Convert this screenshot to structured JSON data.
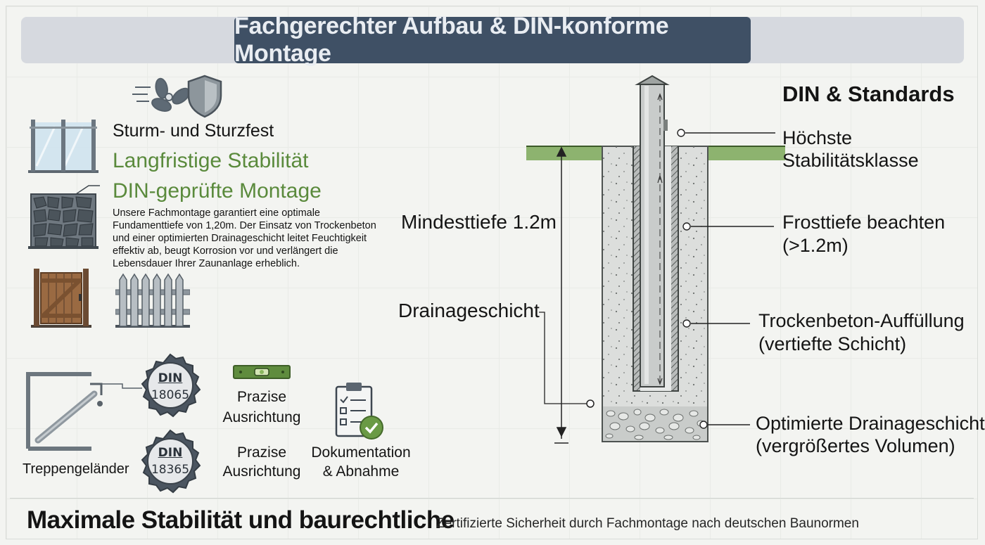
{
  "title": "Fachgerechter Aufbau & DIN-konforme Montage",
  "left": {
    "heading_storm": "Sturm- und Sturzfest",
    "heading_stability": "Langfristige Stabilität",
    "heading_din": "DIN-geprüfte Montage",
    "description": "Unsere Fachmontage garantiert eine optimale Fundamenttiefe von 1,20m. Der Einsatz von Trockenbeton und einer optimierten Drainageschicht leitet Feuchtigkeit effektiv ab, beugt Korrosion vor und verlängert die Lebensdauer Ihrer Zaunanlage erheblich.",
    "stair_label": "Treppengeländer",
    "badge1": {
      "top": "DIN",
      "bottom": "18065"
    },
    "badge2": {
      "top": "DIN",
      "bottom": "18365"
    },
    "level_label_1": "Prazise\nAusrichtung",
    "level_label_2": "Prazise\nAusrichtung",
    "doc_label": "Dokumentation\n& Abnahme"
  },
  "diagram": {
    "depth_label": "Mindesttiefe 1.2m",
    "drain_label": "Drainageschicht",
    "standards_title": "DIN & Standards",
    "callouts": [
      "Höchste\nStabilitätsklasse",
      "Frosttiefe beachten\n(>1.2m)",
      "Trockenbeton-Auffüllung\n(vertiefte Schicht)",
      "Optimierte Drainageschicht\n(vergrößertes Volumen)"
    ]
  },
  "footer": {
    "headline": "Maximale Stabilität und baurechtliche",
    "sub": "Zertifizierte Sicherheit durch Fachmontage nach deutschen Baunormen"
  },
  "colors": {
    "title_bg": "#3f5065",
    "accent_green": "#5a8a3c",
    "ground_green": "#8db36f",
    "concrete": "#dcdedc",
    "post": "#c9cccb"
  },
  "icons": [
    "wind-turbine-icon",
    "shield-icon",
    "glass-fence-icon",
    "gabion-fence-icon",
    "wooden-gate-icon",
    "picket-fence-icon",
    "stair-railing-icon",
    "spirit-level-icon",
    "checklist-icon"
  ]
}
